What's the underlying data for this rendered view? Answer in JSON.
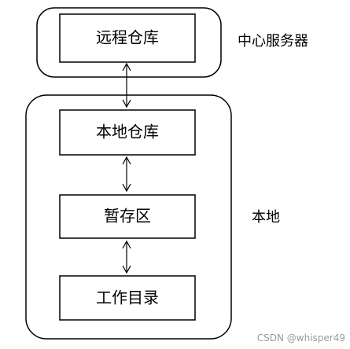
{
  "groups": {
    "central": {
      "label": "中心服务器"
    },
    "local": {
      "label": "本地"
    }
  },
  "boxes": {
    "remote_repo": "远程仓库",
    "local_repo": "本地仓库",
    "staging": "暂存区",
    "working_dir": "工作目录"
  },
  "watermark": "CSDN @whisper49",
  "colors": {
    "stroke": "#000000",
    "background": "#ffffff",
    "watermark": "#9a9a9a"
  }
}
